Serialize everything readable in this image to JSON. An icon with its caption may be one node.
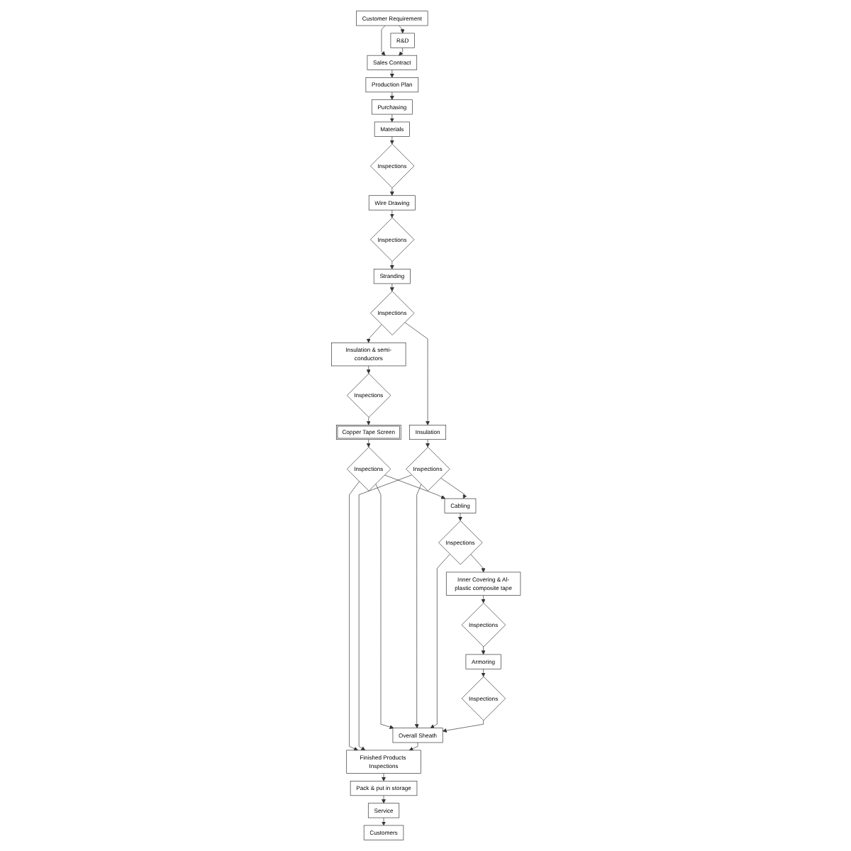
{
  "diagram": {
    "nodes": [
      {
        "text": [
          "Customer Requirement"
        ]
      },
      {
        "text": [
          "R&D"
        ]
      },
      {
        "text": [
          "Sales Contract"
        ]
      },
      {
        "text": [
          "Production Plan"
        ]
      },
      {
        "text": [
          "Purchasing"
        ]
      },
      {
        "text": [
          "Materials"
        ]
      },
      {
        "text": [
          "Inspections"
        ]
      },
      {
        "text": [
          "Wire Drawing"
        ]
      },
      {
        "text": [
          "Inspections"
        ]
      },
      {
        "text": [
          "Stranding"
        ]
      },
      {
        "text": [
          "Inspections"
        ]
      },
      {
        "text": [
          "Insulation & semi-conductors"
        ]
      },
      {
        "text": [
          "Inspections"
        ]
      },
      {
        "text": [
          "Copper Tape Screen"
        ]
      },
      {
        "text": [
          "Inspections"
        ]
      },
      {
        "text": [
          "Insulation"
        ]
      },
      {
        "text": [
          "Inspections"
        ]
      },
      {
        "text": [
          "Cabling"
        ]
      },
      {
        "text": [
          "Inspections"
        ]
      },
      {
        "text": [
          "Inner Covering & Al-plastic composite tape"
        ]
      },
      {
        "text": [
          "Inspections"
        ]
      },
      {
        "text": [
          "Armoring"
        ]
      },
      {
        "text": [
          "Inspections"
        ]
      },
      {
        "text": [
          "Overall Sheath"
        ]
      },
      {
        "text": [
          "Finished Products Inspections"
        ]
      },
      {
        "text": [
          "Pack & put in storage"
        ]
      },
      {
        "text": [
          "Service"
        ]
      },
      {
        "text": [
          "Customers"
        ]
      }
    ],
    "edges": [
      {
        "from": 0,
        "to": 2,
        "arrow": "to"
      },
      {
        "from": 0,
        "to": 1,
        "arrow": "to"
      },
      {
        "from": 1,
        "to": 2,
        "arrow": "to"
      },
      {
        "from": 2,
        "to": 3,
        "arrow": "to"
      },
      {
        "from": 3,
        "to": 4,
        "arrow": "to"
      },
      {
        "from": 4,
        "to": 5,
        "arrow": "to"
      },
      {
        "from": 5,
        "to": 6,
        "arrow": "to"
      },
      {
        "from": 6,
        "to": 7,
        "arrow": "to"
      },
      {
        "from": 7,
        "to": 8,
        "arrow": "to"
      },
      {
        "from": 8,
        "to": 9,
        "arrow": "to"
      },
      {
        "from": 9,
        "to": 10,
        "arrow": "to"
      },
      {
        "from": 10,
        "to": 15,
        "arrow": "to"
      },
      {
        "from": 10,
        "to": 11,
        "arrow": "to"
      },
      {
        "from": 11,
        "to": 12,
        "arrow": "to"
      },
      {
        "from": 12,
        "to": 13,
        "arrow": "to"
      },
      {
        "from": 13,
        "to": 14,
        "arrow": "to"
      },
      {
        "from": 14,
        "to": 17,
        "arrow": "to"
      },
      {
        "from": 14,
        "to": 23,
        "arrow": "to"
      },
      {
        "from": 14,
        "to": 24,
        "arrow": "to"
      },
      {
        "from": 15,
        "to": 16,
        "arrow": "to"
      },
      {
        "from": 16,
        "to": 17,
        "arrow": "to"
      },
      {
        "from": 16,
        "to": 23,
        "arrow": "to"
      },
      {
        "from": 16,
        "to": 24,
        "arrow": "to"
      },
      {
        "from": 17,
        "to": 18,
        "arrow": "to"
      },
      {
        "from": 18,
        "to": 19,
        "arrow": "to"
      },
      {
        "from": 18,
        "to": 23,
        "arrow": "to"
      },
      {
        "from": 19,
        "to": 20,
        "arrow": "to"
      },
      {
        "from": 20,
        "to": 21,
        "arrow": "to"
      },
      {
        "from": 21,
        "to": 22,
        "arrow": "to"
      },
      {
        "from": 22,
        "to": 23,
        "arrow": "to"
      },
      {
        "from": 23,
        "to": 24,
        "arrow": "to"
      },
      {
        "from": 24,
        "to": 25,
        "arrow": "to"
      },
      {
        "from": 25,
        "to": 26,
        "arrow": "to"
      },
      {
        "from": 26,
        "to": 27,
        "arrow": "to"
      }
    ]
  }
}
